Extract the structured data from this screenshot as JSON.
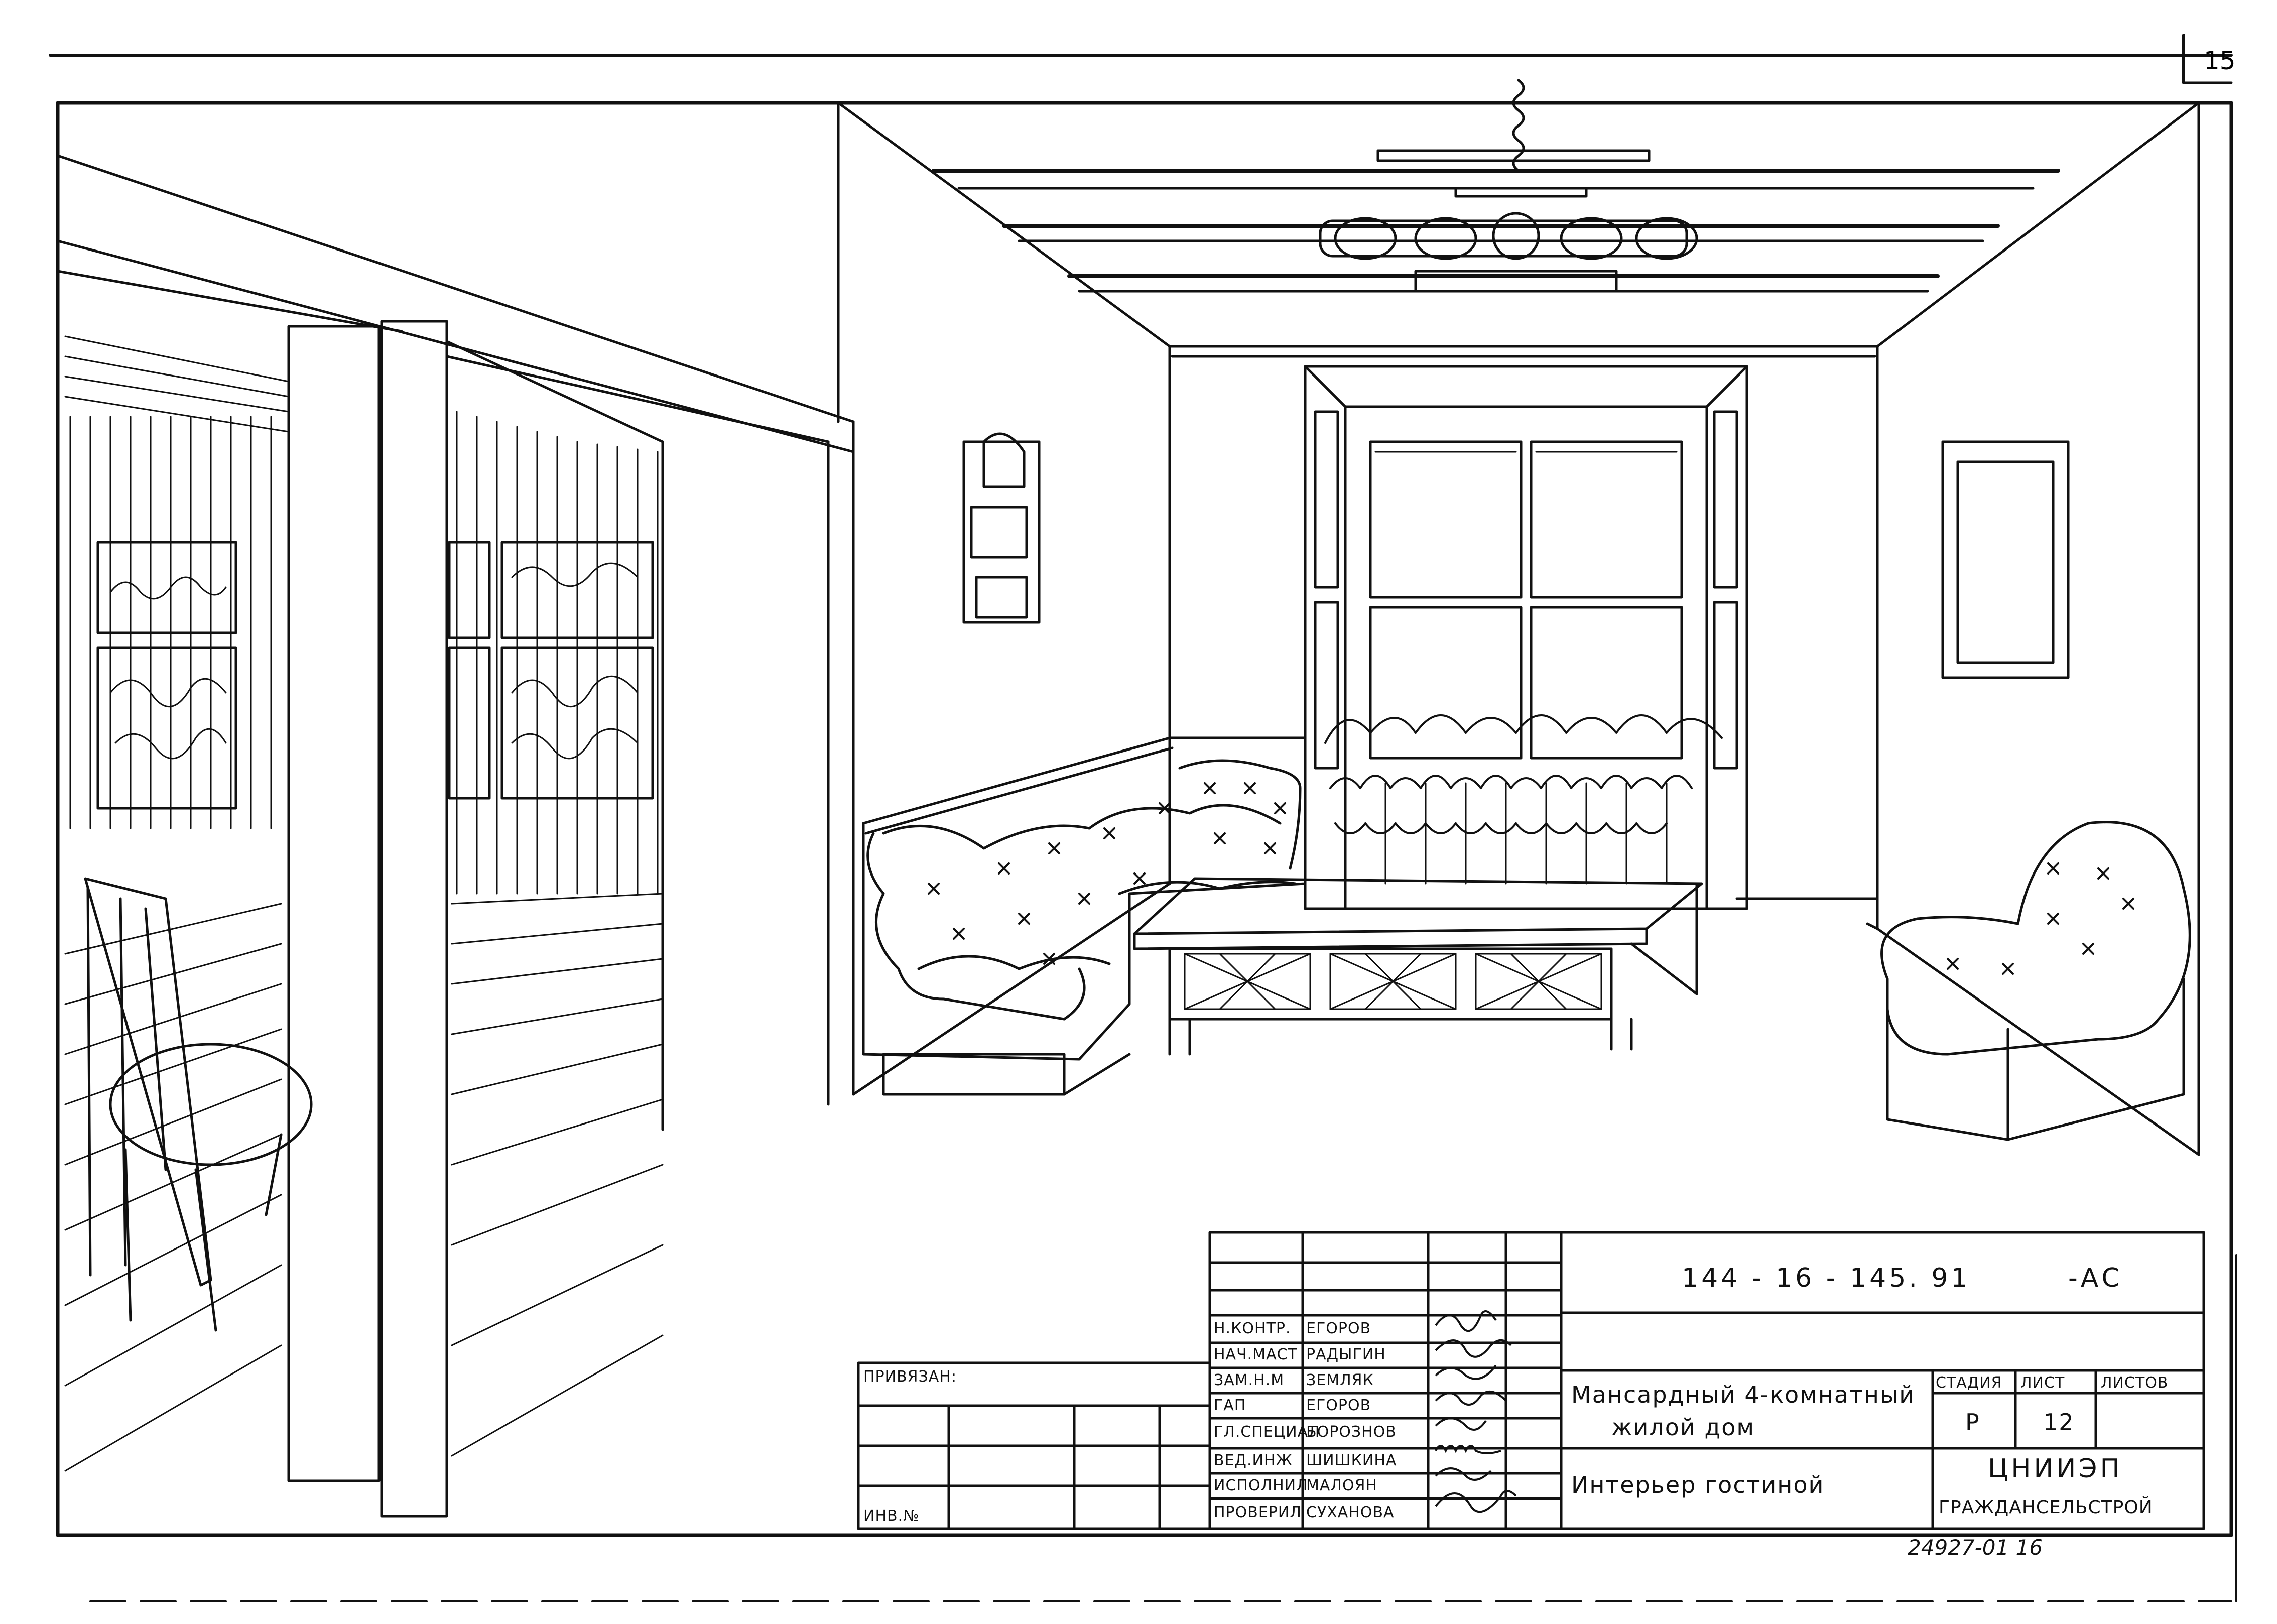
{
  "page_number": "15",
  "title_block": {
    "doc_code": "144 - 16 - 145. 91",
    "doc_suffix": "-АС",
    "bound_label": "ПРИВЯЗАН:",
    "inv_label": "ИНВ.№",
    "project_line1": "Мансардный 4-комнатный",
    "project_line2": "жилой дом",
    "sheet_title": "Интерьер гостиной",
    "stage_header": "СТАДИЯ",
    "sheet_header": "ЛИСТ",
    "sheets_header": "ЛИСТОВ",
    "stage_value": "Р",
    "sheet_value": "12",
    "org_line1": "ЦНИИЭП",
    "org_line2": "ГРАЖДАНСЕЛЬСТРОЙ",
    "signatories": [
      {
        "role": "Н.КОНТР.",
        "name": "ЕГОРОВ"
      },
      {
        "role": "НАЧ.МАСТ",
        "name": "РАДЫГИН"
      },
      {
        "role": "ЗАМ.Н.М",
        "name": "ЗЕМЛЯК"
      },
      {
        "role": "ГАП",
        "name": "ЕГОРОВ"
      },
      {
        "role": "ГЛ.СПЕЦИАЛ",
        "name": "БОРОЗНОВ"
      },
      {
        "role": "ВЕД.ИНЖ",
        "name": "ШИШКИНА"
      },
      {
        "role": "ИСПОЛНИЛ",
        "name": "МАЛОЯН"
      },
      {
        "role": "ПРОВЕРИЛ",
        "name": "СУХАНОВА"
      }
    ]
  },
  "archive_number": "24927-01  16",
  "drawing": {
    "subject": "living-room-interior",
    "line_color": "#111111"
  }
}
